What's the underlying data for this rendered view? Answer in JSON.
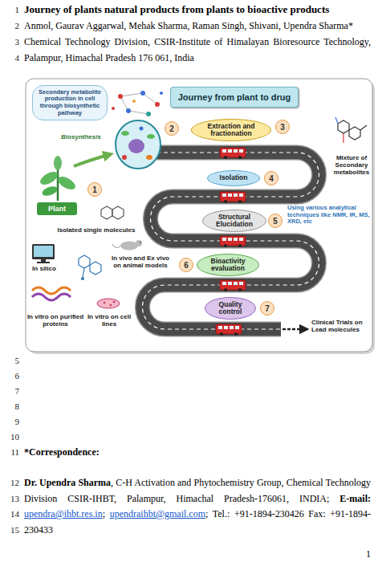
{
  "diagram": {
    "title": "Journey of plants natural products from plants to bioactive products",
    "nodes": [
      {
        "text": [
          "Secondary metabolite production in cell through biosynthetic pathway"
        ]
      },
      {
        "text": [
          "Journey from plant to drug"
        ]
      },
      {
        "text": [
          "2"
        ]
      },
      {
        "text": [
          "3"
        ]
      },
      {
        "text": [
          "Extraction and fractionation"
        ]
      },
      {
        "text": [
          "1"
        ]
      },
      {
        "text": [
          "Plant"
        ]
      },
      {
        "text": [
          "Isolation"
        ]
      },
      {
        "text": [
          "4"
        ]
      },
      {
        "text": [
          "Structural Elucidation"
        ]
      },
      {
        "text": [
          "5"
        ]
      },
      {
        "text": [
          "Bioactivity evaluation"
        ]
      },
      {
        "text": [
          "6"
        ]
      },
      {
        "text": [
          "Quality control"
        ]
      },
      {
        "text": [
          "7"
        ]
      }
    ],
    "labels": [
      "1",
      "2",
      "3",
      "4",
      "Anmol, Gaurav Aggarwal, Mehak Sharma, Raman Singh, Shivani, Upendra Sharma*",
      "Chemical Technology Division, CSIR-Institute of Himalayan Bioresource Technology, Palampur, Himachal Pradesh 176 061, India",
      "Biosynthesis",
      "Mixture of Secondary metabolites",
      "Using various analytical techniques like NMR, IR, MS, XRD, etc",
      "Isolated single molecules",
      "In silico",
      "In vivo and Ex vivo on animal models",
      "In vitro on purified proteins",
      "In vitro on cell lines",
      "Clinical Trials on Lead molecules",
      "5",
      "6",
      "7",
      "8",
      "9",
      "10",
      "11",
      "12",
      "13",
      "14",
      "15",
      "*Correspondence:",
      "Dr. Upendra Sharma",
      ", C-H Activation and Phytochemistry Group, Chemical Technology Division CSIR-IHBT, Palampur, Himachal Pradesh-176061, INDIA;",
      "E-mail:",
      "upendra@ihbt.res.in",
      ";",
      "upendraihbt@gmail.com",
      "; Tel.: +91-1894-230426 Fax: +91-1894-230433",
      "1"
    ]
  }
}
